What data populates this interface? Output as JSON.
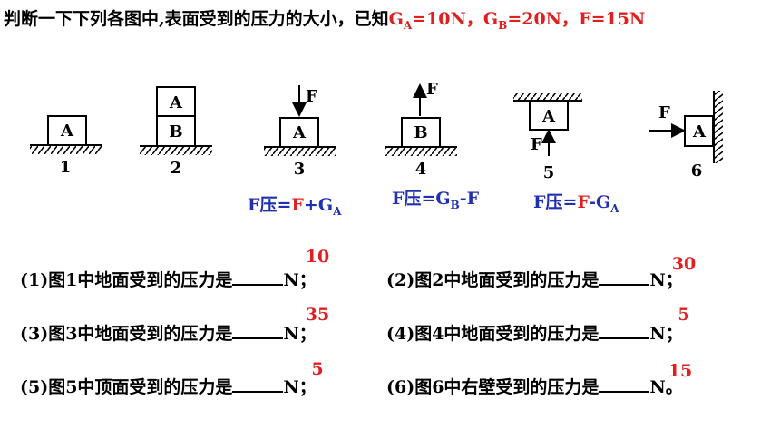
{
  "title": {
    "text": "判断一下下列各图中,表面受到的压力的大小，已知",
    "given": [
      {
        "sym": "G",
        "sub": "A",
        "val": "=10N"
      },
      {
        "sep": "，"
      },
      {
        "sym": "G",
        "sub": "B",
        "val": "=20N"
      },
      {
        "sep": "，"
      },
      {
        "sym": "F",
        "sub": "",
        "val": "=15N"
      }
    ]
  },
  "figures": [
    {
      "number": "1",
      "block_top": "",
      "block": "A",
      "arrow_label": ""
    },
    {
      "number": "2",
      "block_top": "A",
      "block": "B",
      "arrow_label": ""
    },
    {
      "number": "3",
      "block_top": "",
      "block": "A",
      "arrow_label": "F"
    },
    {
      "number": "4",
      "block_top": "",
      "block": "B",
      "arrow_label": "F"
    },
    {
      "number": "5",
      "block_top": "",
      "block": "A",
      "arrow_label": "F"
    },
    {
      "number": "6",
      "block_top": "",
      "block": "A",
      "arrow_label": "F"
    }
  ],
  "formulas": {
    "f3": {
      "a": "F压=",
      "b": "F",
      "c": "+G",
      "sub": "A"
    },
    "f4": {
      "a": "F压=G",
      "sub": "B",
      "c": "-F"
    },
    "f5": {
      "a": "F压=",
      "b": "F",
      "c": "-G",
      "sub": "A"
    }
  },
  "questions": [
    {
      "left": "(1)图1中地面受到的压力是",
      "unit": "N；",
      "answer": "10"
    },
    {
      "left": "(2)图2中地面受到的压力是",
      "unit": "N；",
      "answer": "30"
    },
    {
      "left": "(3)图3中地面受到的压力是",
      "unit": "N；",
      "answer": "35"
    },
    {
      "left": "(4)图4中地面受到的压力是",
      "unit": "N；",
      "answer": "5"
    },
    {
      "left": "(5)图5中顶面受到的压力是",
      "unit": "N；",
      "answer": "5"
    },
    {
      "left": "(6)图6中右壁受到的压力是",
      "unit": "N。",
      "answer": "15"
    }
  ]
}
